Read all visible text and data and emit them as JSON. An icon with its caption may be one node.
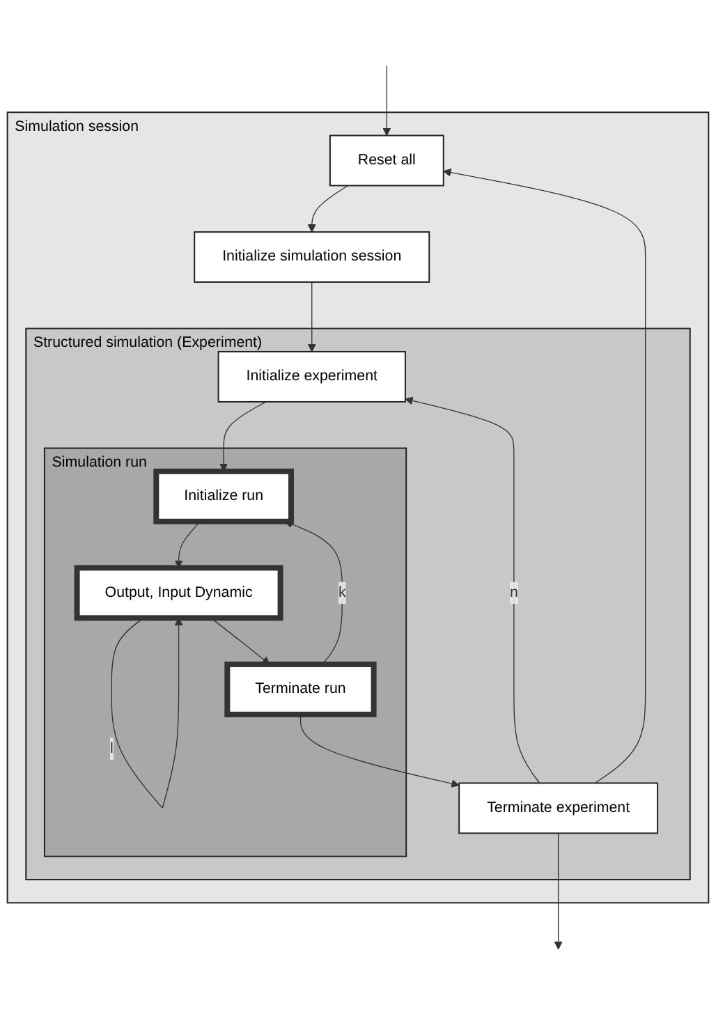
{
  "diagram": {
    "nodes": [
      {
        "text": [
          "Simulation session"
        ]
      },
      {
        "text": [
          "Reset all"
        ],
        "in": 0
      },
      {
        "text": [
          "Initialize simulation session"
        ],
        "in": 0
      },
      {
        "text": [
          "Structured simulation (Experiment)"
        ],
        "in": 0
      },
      {
        "text": [
          "Initialize experiment"
        ],
        "in": 3
      },
      {
        "text": [
          "Simulation run"
        ],
        "in": 3
      },
      {
        "text": [
          "Initialize run"
        ],
        "in": 5
      },
      {
        "text": [
          "Output, Input Dynamic"
        ],
        "in": 5
      },
      {
        "text": [
          "Terminate run"
        ],
        "in": 5
      },
      {
        "text": [
          "Terminate experiment"
        ],
        "in": 3
      }
    ],
    "edges": [
      {
        "from": null,
        "to": 1,
        "arrow": "to"
      },
      {
        "from": 1,
        "to": 2,
        "arrow": "to"
      },
      {
        "from": 2,
        "to": 4,
        "arrow": "to"
      },
      {
        "from": 4,
        "to": 6,
        "arrow": "to"
      },
      {
        "from": 6,
        "to": 7,
        "arrow": "to"
      },
      {
        "from": 7,
        "to": 7,
        "label": "l",
        "arrow": "to"
      },
      {
        "from": 7,
        "to": 8,
        "arrow": "to"
      },
      {
        "from": 8,
        "to": 6,
        "label": "k",
        "arrow": "to"
      },
      {
        "from": 8,
        "to": 9,
        "arrow": "to"
      },
      {
        "from": 9,
        "to": 4,
        "label": "n",
        "arrow": "to"
      },
      {
        "from": 9,
        "to": 1,
        "arrow": "to"
      },
      {
        "from": 9,
        "to": null,
        "arrow": "to"
      }
    ]
  }
}
